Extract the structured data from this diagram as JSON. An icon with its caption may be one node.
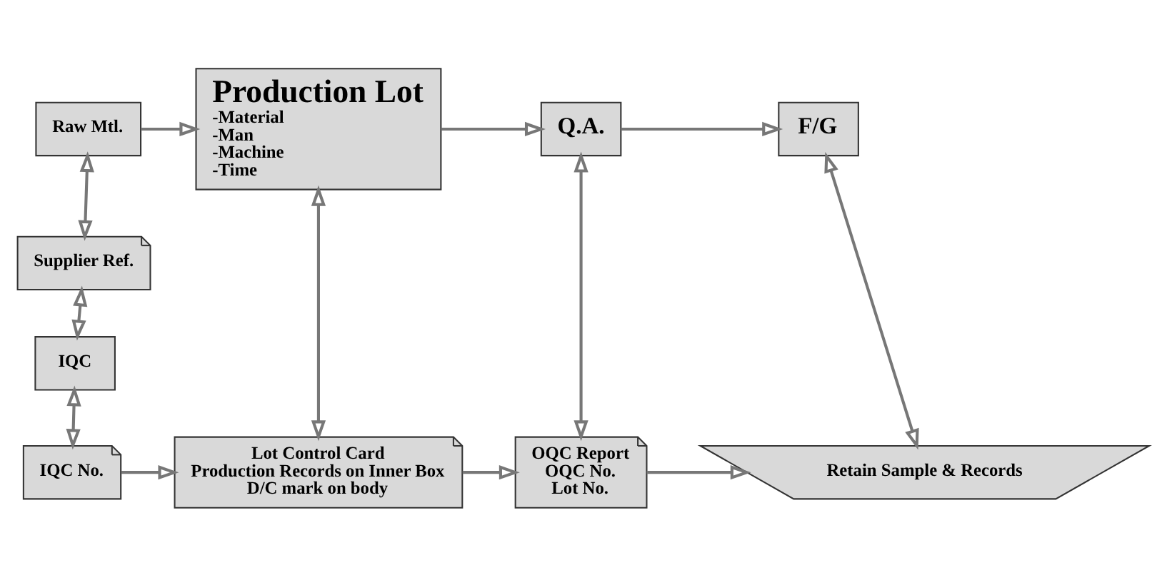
{
  "diagram": {
    "nodes": [
      {
        "text": [
          "Raw Mtl."
        ]
      },
      {
        "text": [
          "Production Lot",
          "-Material",
          "-Man",
          "-Machine",
          "-Time"
        ]
      },
      {
        "text": [
          "Q.A."
        ]
      },
      {
        "text": [
          "F/G"
        ]
      },
      {
        "text": [
          "Supplier Ref."
        ]
      },
      {
        "text": [
          "IQC"
        ]
      },
      {
        "text": [
          "IQC No."
        ]
      },
      {
        "text": [
          "Lot Control Card",
          "Production Records on Inner Box",
          "D/C mark on body"
        ]
      },
      {
        "text": [
          "OQC Report",
          "OQC No.",
          "Lot No."
        ]
      },
      {
        "text": [
          "Retain Sample & Records"
        ]
      }
    ],
    "edges": [
      {
        "from": 0,
        "to": 1,
        "arrow": "to"
      },
      {
        "from": 1,
        "to": 2,
        "arrow": "to"
      },
      {
        "from": 2,
        "to": 3,
        "arrow": "to"
      },
      {
        "from": 0,
        "to": 4,
        "arrow": "both"
      },
      {
        "from": 4,
        "to": 5,
        "arrow": "both"
      },
      {
        "from": 5,
        "to": 6,
        "arrow": "both"
      },
      {
        "from": 6,
        "to": 7,
        "arrow": "to"
      },
      {
        "from": 1,
        "to": 7,
        "arrow": "both"
      },
      {
        "from": 7,
        "to": 8,
        "arrow": "to"
      },
      {
        "from": 8,
        "to": 9,
        "arrow": "to"
      },
      {
        "from": 2,
        "to": 8,
        "arrow": "both"
      },
      {
        "from": 3,
        "to": 9,
        "arrow": "both"
      }
    ]
  }
}
